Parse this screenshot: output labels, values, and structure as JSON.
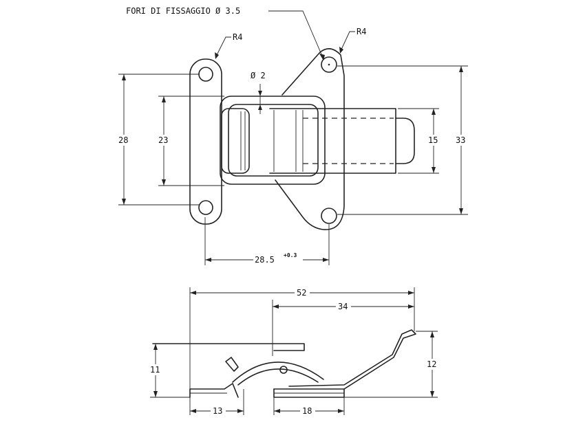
{
  "diagram": {
    "top_view": {
      "callout_holes": "FORI DI FISSAGGIO Ø 3.5",
      "radius_left": "R4",
      "radius_right": "R4",
      "wire_diameter": "Ø 2",
      "dim_height_plate": "28",
      "dim_height_inner": "23",
      "dim_height_hook": "15",
      "dim_height_total": "33",
      "dim_holes_spacing": "28.5",
      "dim_holes_tolerance": "+0.3"
    },
    "side_view": {
      "dim_total_length": "52",
      "dim_hook_length": "34",
      "dim_height_left": "11",
      "dim_height_right": "12",
      "dim_base_left": "13",
      "dim_base_hook": "18"
    }
  }
}
